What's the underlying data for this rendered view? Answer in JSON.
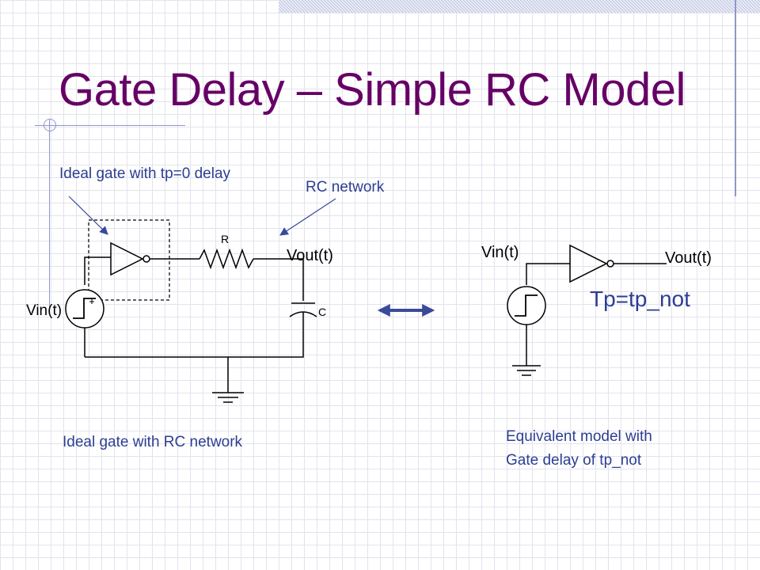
{
  "slide": {
    "title": "Gate Delay – Simple RC Model",
    "annotations": {
      "ideal_gate": "Ideal gate with tp=0 delay",
      "rc_network": "RC network",
      "left_caption": "Ideal gate with RC network",
      "right_caption_line1": "Equivalent model with",
      "right_caption_line2": "Gate delay of tp_not",
      "tp": "Tp=tp_not"
    },
    "left_circuit": {
      "resistor_label": "R",
      "capacitor_label": "C",
      "vin_label": "Vin(t)",
      "vout_label": "Vout(t)"
    },
    "right_circuit": {
      "vin_label": "Vin(t)",
      "vout_label": "Vout(t)"
    },
    "colors": {
      "title": "#660066",
      "annotation": "#2c3e91",
      "arrow": "#3a4a9a"
    }
  }
}
